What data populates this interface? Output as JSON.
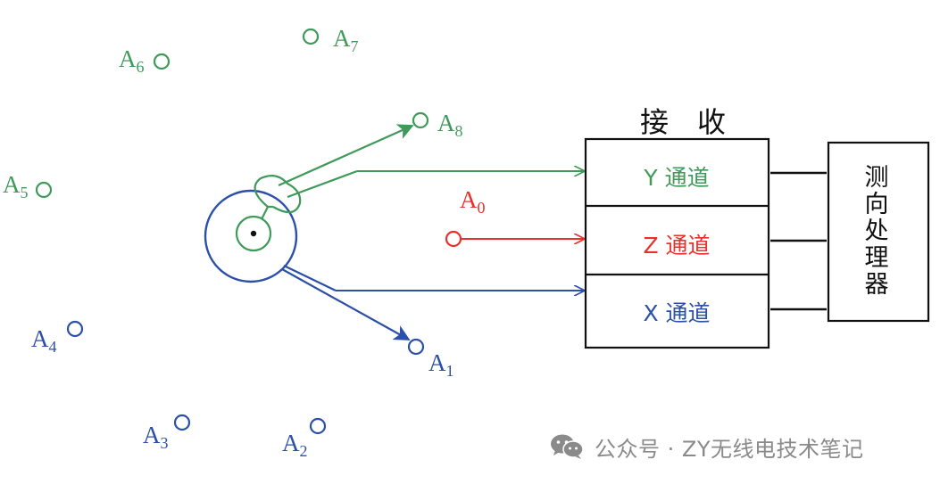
{
  "colors": {
    "green": "#3f9a5a",
    "red": "#e8302c",
    "blue": "#2c4fa8",
    "black": "#111111",
    "gray": "#8a8a8a"
  },
  "antennas": [
    {
      "letter": "A",
      "sub": "0",
      "color": "red"
    },
    {
      "letter": "A",
      "sub": "1",
      "color": "blue"
    },
    {
      "letter": "A",
      "sub": "2",
      "color": "blue"
    },
    {
      "letter": "A",
      "sub": "3",
      "color": "blue"
    },
    {
      "letter": "A",
      "sub": "4",
      "color": "blue"
    },
    {
      "letter": "A",
      "sub": "5",
      "color": "green"
    },
    {
      "letter": "A",
      "sub": "6",
      "color": "green"
    },
    {
      "letter": "A",
      "sub": "7",
      "color": "green"
    },
    {
      "letter": "A",
      "sub": "8",
      "color": "green"
    }
  ],
  "receiver": {
    "title": "接　收",
    "channels": [
      {
        "label": "Y 通道",
        "color": "green"
      },
      {
        "label": "Z 通道",
        "color": "red"
      },
      {
        "label": "X 通道",
        "color": "blue"
      }
    ]
  },
  "processor": {
    "chars": [
      "测",
      "向",
      "处",
      "理",
      "器"
    ]
  },
  "watermark": {
    "text": "公众号 · ZY无线电技术笔记",
    "icon": "wechat-icon"
  }
}
